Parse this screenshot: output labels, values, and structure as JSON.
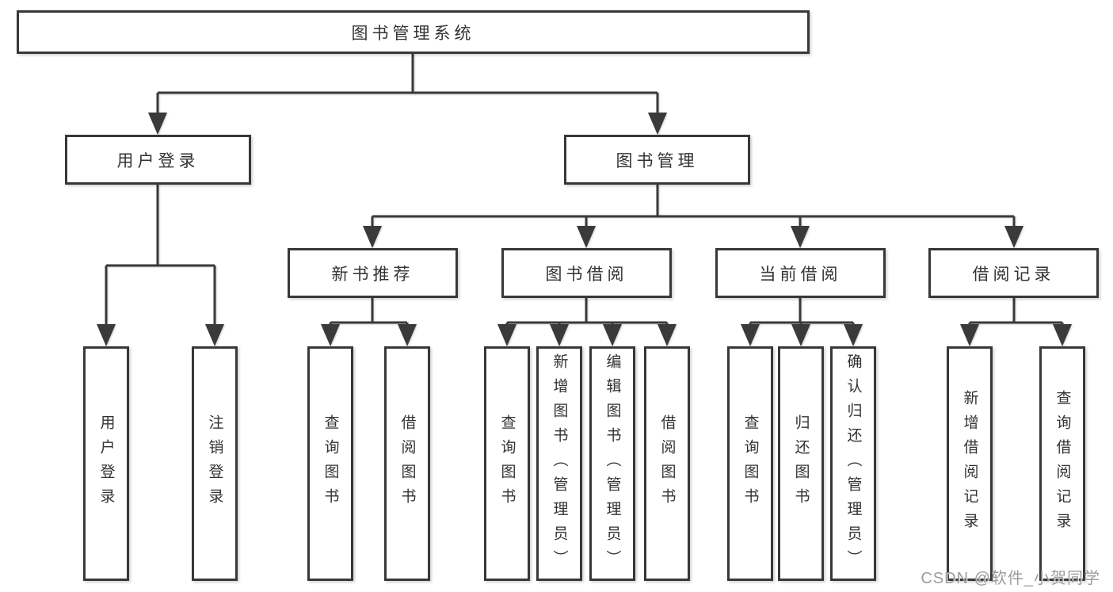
{
  "diagram": {
    "root": {
      "label": "图书管理系统"
    },
    "branches": [
      {
        "label": "用户登录",
        "children": [
          {
            "label": "用户登录"
          },
          {
            "label": "注销登录"
          }
        ]
      },
      {
        "label": "图书管理",
        "children": [
          {
            "label": "新书推荐",
            "children": [
              {
                "label": "查询图书"
              },
              {
                "label": "借阅图书"
              }
            ]
          },
          {
            "label": "图书借阅",
            "children": [
              {
                "label": "查询图书"
              },
              {
                "label": "新增图书（管理员）"
              },
              {
                "label": "编辑图书（管理员）"
              },
              {
                "label": "借阅图书"
              }
            ]
          },
          {
            "label": "当前借阅",
            "children": [
              {
                "label": "查询图书"
              },
              {
                "label": "归还图书"
              },
              {
                "label": "确认归还（管理员）"
              }
            ]
          },
          {
            "label": "借阅记录",
            "children": [
              {
                "label": "新增借阅记录"
              },
              {
                "label": "查询借阅记录"
              }
            ]
          }
        ]
      }
    ],
    "line_color": "#3a3a3a",
    "watermark": "CSDN @软件_小贺同学"
  }
}
